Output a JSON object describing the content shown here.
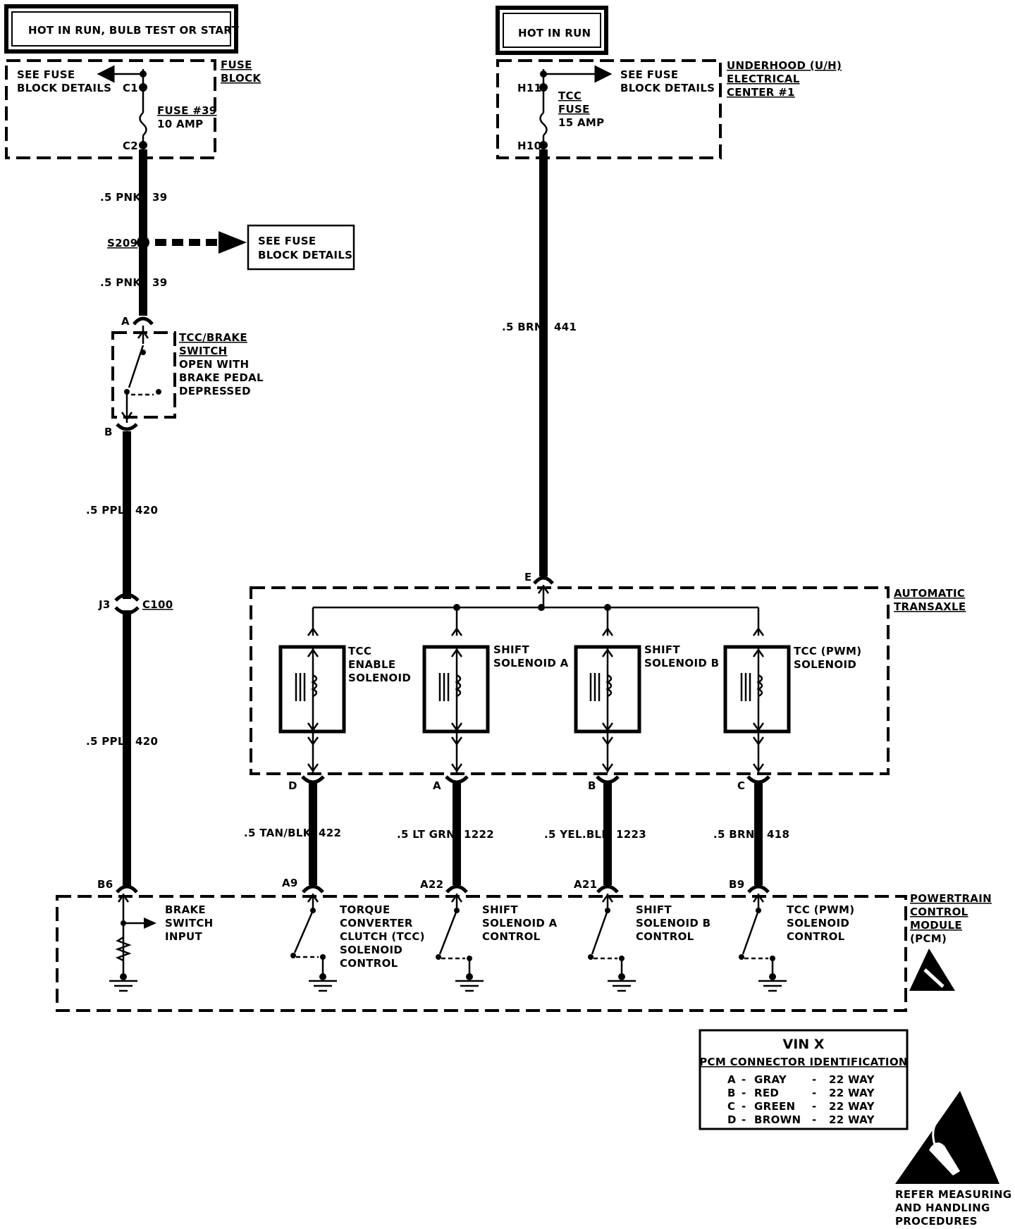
{
  "power": {
    "left_title": "HOT IN RUN, BULB TEST OR START",
    "right_title": "HOT IN RUN"
  },
  "fuse_block": {
    "label_1": "FUSE",
    "label_2": "BLOCK",
    "see_1": "SEE FUSE",
    "see_2": "BLOCK DETAILS",
    "pin_top": "C1",
    "pin_bottom": "C2",
    "fuse_1": "FUSE #39",
    "fuse_2": "10 AMP"
  },
  "underhood": {
    "label_1": "UNDERHOOD (U/H)",
    "label_2": "ELECTRICAL",
    "label_3": "CENTER #1",
    "see_1": "SEE FUSE",
    "see_2": "BLOCK DETAILS",
    "pin_top": "H11",
    "pin_bottom": "H10",
    "fuse_1": "TCC",
    "fuse_2": "FUSE",
    "fuse_3": "15 AMP"
  },
  "wires": {
    "pnk_1_color": ".5 PNK",
    "pnk_1_circuit": "39",
    "pnk_2_color": ".5 PNK",
    "pnk_2_circuit": "39",
    "brn_color": ".5 BRN",
    "brn_circuit": "441",
    "ppl_1_color": ".5 PPL",
    "ppl_1_circuit": "420",
    "ppl_2_color": ".5 PPL",
    "ppl_2_circuit": "420",
    "tan_color": ".5 TAN/BLK",
    "tan_circuit": "422",
    "ltgrn_color": ".5 LT GRN",
    "ltgrn_circuit": "1222",
    "yel_color": ".5 YEL.BLK",
    "yel_circuit": "1223",
    "brn2_color": ".5 BRN",
    "brn2_circuit": "418"
  },
  "splice": {
    "name": "S209",
    "see_1": "SEE FUSE",
    "see_2": "BLOCK DETAILS"
  },
  "brake_switch": {
    "pin_a": "A",
    "pin_b": "B",
    "label_1": "TCC/BRAKE",
    "label_2": "SWITCH",
    "label_3": "OPEN WITH",
    "label_4": "BRAKE PEDAL",
    "label_5": "DEPRESSED"
  },
  "connector_c100": {
    "pin": "J3",
    "name": "C100"
  },
  "transaxle": {
    "label_1": "AUTOMATIC",
    "label_2": "TRANSAXLE",
    "pin_e": "E",
    "solenoids": [
      {
        "line1": "TCC",
        "line2": "ENABLE",
        "line3": "SOLENOID",
        "pin": "D"
      },
      {
        "line1": "SHIFT",
        "line2": "SOLENOID A",
        "line3": "",
        "pin": "A"
      },
      {
        "line1": "SHIFT",
        "line2": "SOLENOID B",
        "line3": "",
        "pin": "B"
      },
      {
        "line1": "TCC (PWM)",
        "line2": "SOLENOID",
        "line3": "",
        "pin": "C"
      }
    ]
  },
  "pcm": {
    "label_1": "POWERTRAIN",
    "label_2": "CONTROL",
    "label_3": "MODULE",
    "label_4": "(PCM)",
    "pins": [
      "B6",
      "A9",
      "A22",
      "A21",
      "B9"
    ],
    "brake_input": {
      "line1": "BRAKE",
      "line2": "SWITCH",
      "line3": "INPUT"
    },
    "tcc_control": {
      "line1": "TORQUE",
      "line2": "CONVERTER",
      "line3": "CLUTCH (TCC)",
      "line4": "SOLENOID",
      "line5": "CONTROL"
    },
    "shift_a_control": {
      "line1": "SHIFT",
      "line2": "SOLENOID A",
      "line3": "CONTROL"
    },
    "shift_b_control": {
      "line1": "SHIFT",
      "line2": "SOLENOID B",
      "line3": "CONTROL"
    },
    "pwm_control": {
      "line1": "TCC (PWM)",
      "line2": "SOLENOID",
      "line3": "CONTROL"
    }
  },
  "vin_table": {
    "title": "VIN X",
    "subtitle": "PCM CONNECTOR IDENTIFICATION",
    "rows": [
      {
        "pin": "A",
        "color": "GRAY",
        "size": "22 WAY"
      },
      {
        "pin": "B",
        "color": "RED",
        "size": "22 WAY"
      },
      {
        "pin": "C",
        "color": "GREEN",
        "size": "22 WAY"
      },
      {
        "pin": "D",
        "color": "BROWN",
        "size": "22 WAY"
      }
    ],
    "sep": "-"
  },
  "esd_note": {
    "line1": "REFER MEASURING",
    "line2": "AND HANDLING",
    "line3": "PROCEDURES"
  }
}
